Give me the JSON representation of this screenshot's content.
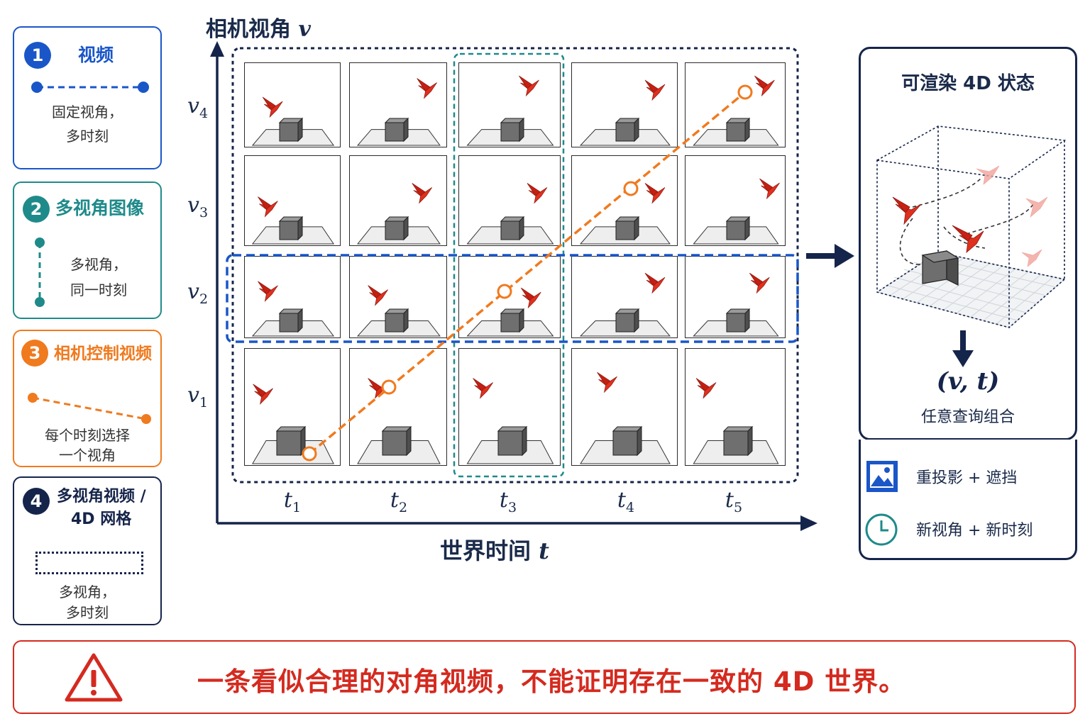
{
  "legend": [
    {
      "num": "1",
      "title": "视频",
      "desc_lines": [
        "固定视角，",
        "多时刻"
      ],
      "color": "#1a56c8"
    },
    {
      "num": "2",
      "title": "多视角图像",
      "desc_lines": [
        "多视角，",
        "同一时刻"
      ],
      "color": "#1f8a8a"
    },
    {
      "num": "3",
      "title": "相机控制视频",
      "desc_lines": [
        "每个时刻选择",
        "一个视角"
      ],
      "color": "#f07a1e"
    },
    {
      "num": "4",
      "title_lines": [
        "多视角视频 /",
        "4D 网格"
      ],
      "desc_lines": [
        "多视角，",
        "多时刻"
      ],
      "color": "#15244a"
    }
  ],
  "grid": {
    "y_axis_title": "相机视角",
    "y_axis_var": "v",
    "x_axis_title": "世界时间",
    "x_axis_var": "t",
    "views": [
      {
        "base": "v",
        "sub": "4"
      },
      {
        "base": "v",
        "sub": "3"
      },
      {
        "base": "v",
        "sub": "2"
      },
      {
        "base": "v",
        "sub": "1"
      }
    ],
    "times": [
      {
        "base": "t",
        "sub": "1"
      },
      {
        "base": "t",
        "sub": "2"
      },
      {
        "base": "t",
        "sub": "3"
      },
      {
        "base": "t",
        "sub": "4"
      },
      {
        "base": "t",
        "sub": "5"
      }
    ]
  },
  "right_panel": {
    "title": "可渲染 4D 状态",
    "query": "(v, t)",
    "query_desc": "任意查询组合",
    "features": [
      {
        "icon": "image-icon",
        "label": "重投影 + 遮挡"
      },
      {
        "icon": "clock-icon",
        "label": "新视角 + 新时刻"
      }
    ]
  },
  "warning": {
    "text": "一条看似合理的对角视频，不能证明存在一致的 4D 世界。",
    "icon": "warning-triangle-icon"
  },
  "colors": {
    "navy": "#15244a",
    "blue": "#1a56c8",
    "teal": "#1f8a8a",
    "orange": "#f07a1e",
    "red": "#d42a1f"
  }
}
